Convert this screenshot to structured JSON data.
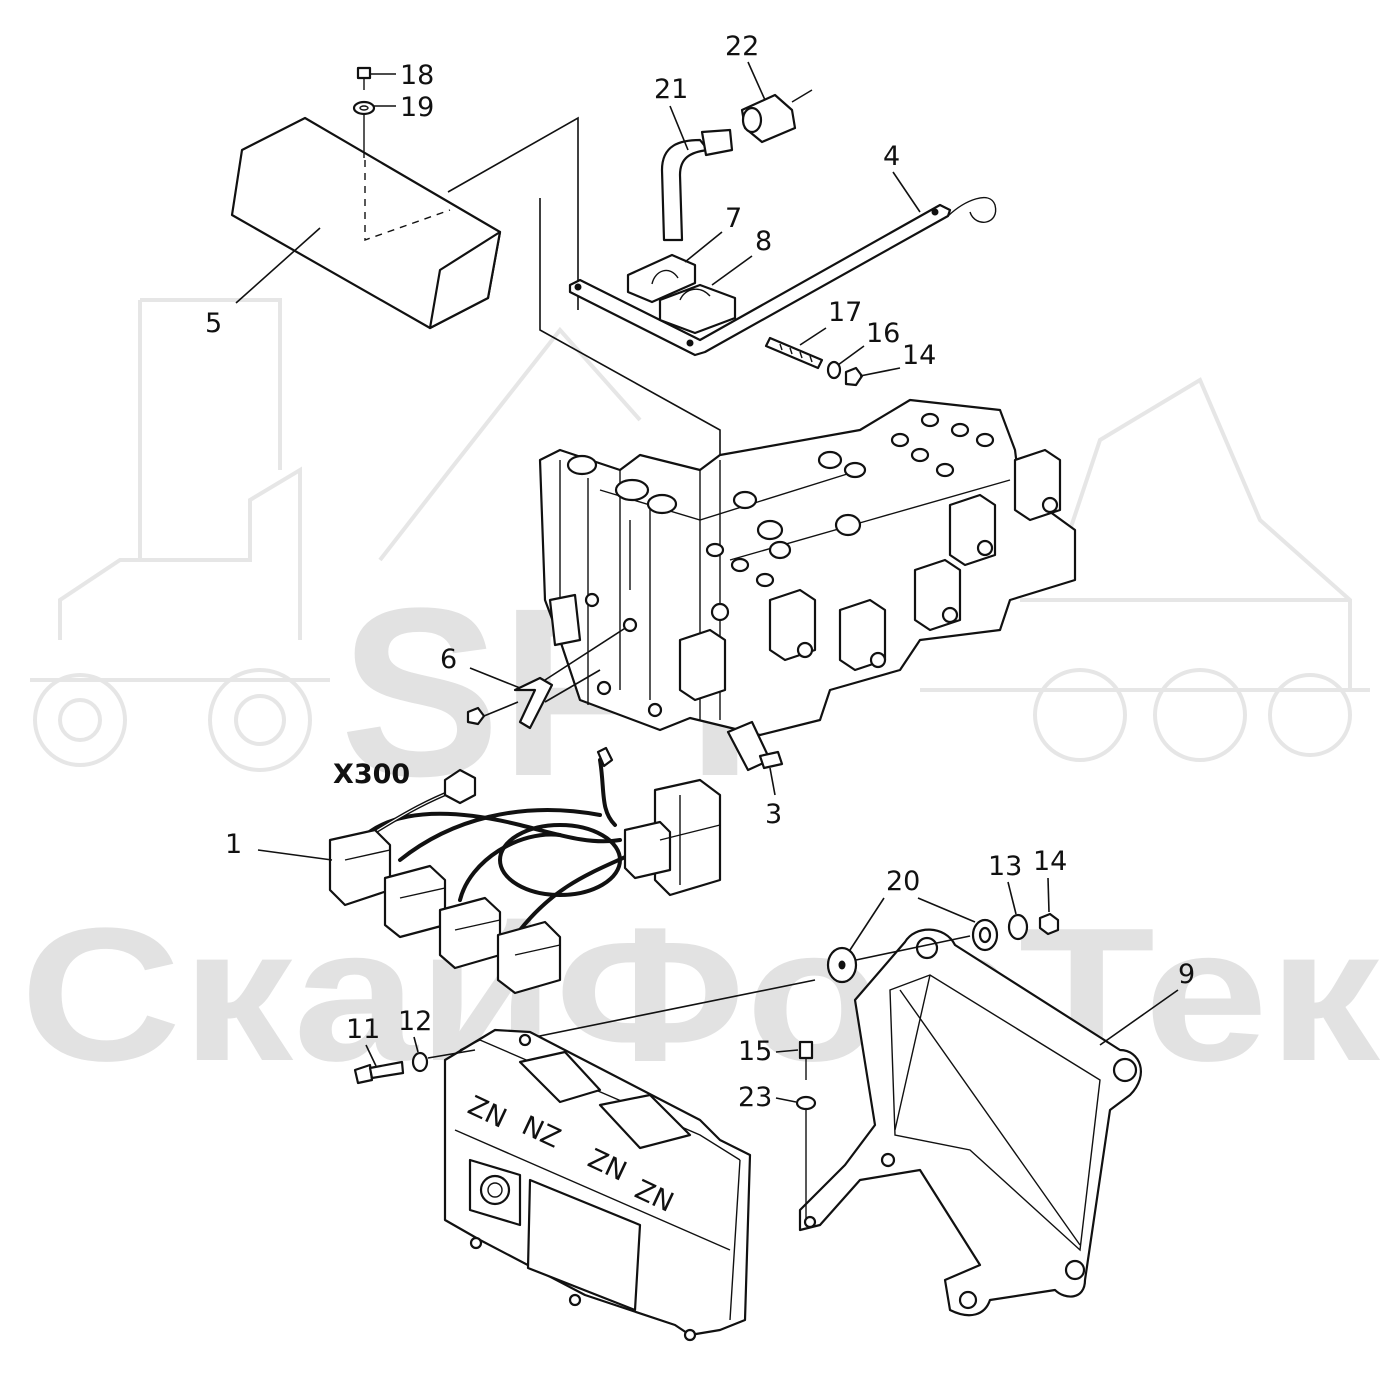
{
  "watermark": {
    "logo_text": "SFT",
    "company_text": "СкайФорТек"
  },
  "callouts": {
    "c1": "1",
    "c3": "3",
    "c4": "4",
    "c5": "5",
    "c6": "6",
    "c7": "7",
    "c8": "8",
    "c9": "9",
    "c11": "11",
    "c12": "12",
    "c13": "13",
    "c14a": "14",
    "c14b": "14",
    "c15": "15",
    "c16": "16",
    "c17": "17",
    "c18": "18",
    "c19": "19",
    "c20": "20",
    "c21": "21",
    "c22": "22",
    "c23": "23",
    "x300": "X300"
  },
  "ecu_labels": [
    "ZN",
    "NZ",
    "ZN",
    "ZN"
  ]
}
